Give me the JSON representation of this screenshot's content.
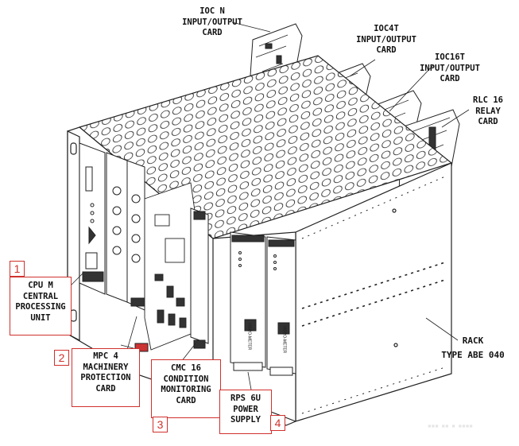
{
  "card_labels": [
    {
      "id": "iocn",
      "lines": [
        "IOC N",
        "INPUT/OUTPUT",
        "CARD"
      ]
    },
    {
      "id": "ioc4t",
      "lines": [
        "IOC4T",
        "INPUT/OUTPUT",
        "CARD"
      ]
    },
    {
      "id": "ioc16t",
      "lines": [
        "IOC16T",
        "INPUT/OUTPUT",
        "CARD"
      ]
    },
    {
      "id": "rlc16",
      "lines": [
        "RLC 16",
        "RELAY",
        "CARD"
      ]
    }
  ],
  "callouts": [
    {
      "number": "1",
      "lines": [
        "CPU M",
        "CENTRAL",
        "PROCESSING",
        "UNIT"
      ]
    },
    {
      "number": "2",
      "lines": [
        "MPC 4",
        "MACHINERY",
        "PROTECTION",
        "CARD"
      ]
    },
    {
      "number": "3",
      "lines": [
        "CMC 16",
        "CONDITION",
        "MONITORING",
        "CARD"
      ]
    },
    {
      "number": "4",
      "lines": [
        "RPS 6U",
        "POWER",
        "SUPPLY"
      ]
    }
  ],
  "rack_label": [
    "RACK",
    "TYPE ABE 040"
  ],
  "module_brand": "VIBRO-METER",
  "watermark": "▪▪▪ ▪▪ ▪ ▪▪▪▪",
  "colors": {
    "callout": "#d0312d",
    "ink": "#111111"
  }
}
